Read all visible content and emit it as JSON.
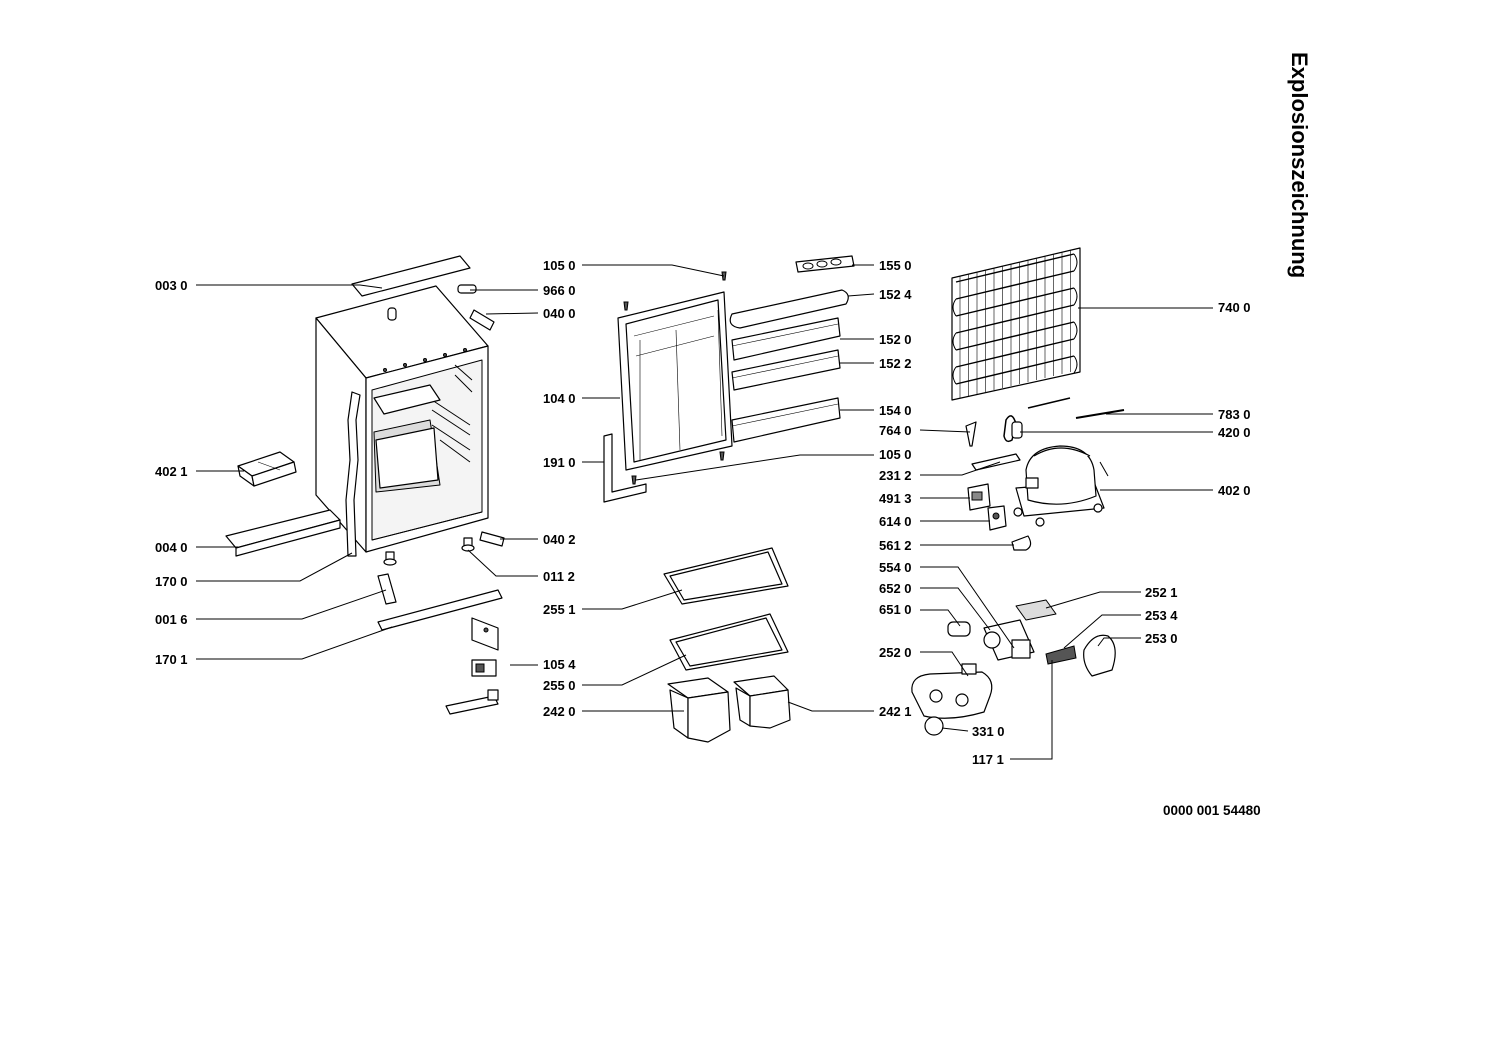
{
  "title": "Explosionszeichnung",
  "document_number": "0000 001 54480",
  "labels": [
    "003 0",
    "966 0",
    "040 0",
    "402 1",
    "004 0",
    "170 0",
    "040 2",
    "011 2",
    "001 6",
    "170 1",
    "105 4",
    "105 0",
    "104 0",
    "191 0",
    "105 0",
    "155 0",
    "152 4",
    "152 0",
    "152 2",
    "154 0",
    "255 1",
    "255 0",
    "242 0",
    "242 1",
    "740 0",
    "783 0",
    "764 0",
    "420 0",
    "231 2",
    "402 0",
    "491 3",
    "614 0",
    "561 2",
    "554 0",
    "652 0",
    "651 0",
    "252 0",
    "331 0",
    "117 1",
    "252 1",
    "253 4",
    "253 0"
  ]
}
